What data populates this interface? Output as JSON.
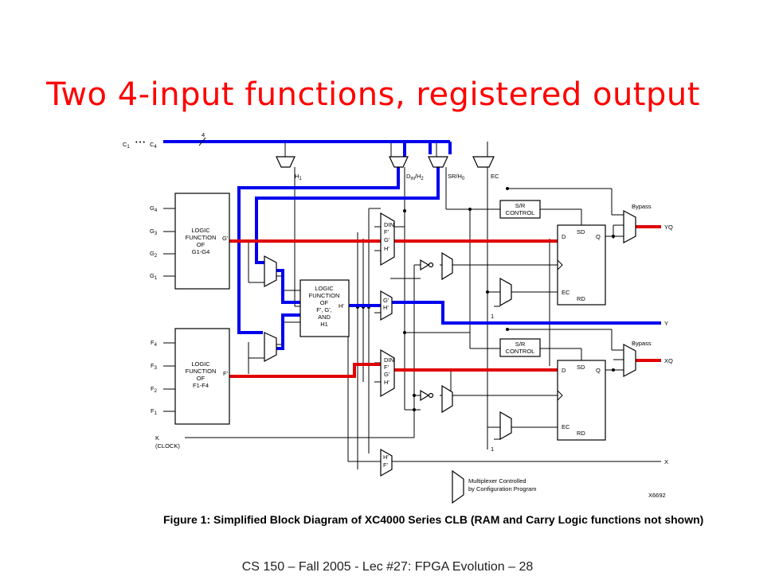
{
  "slide": {
    "title": "Two 4-input functions, registered output",
    "footer": "CS 150 – Fall 2005 - Lec #27: FPGA Evolution – 28",
    "caption": "Figure 1:   Simplified Block Diagram of XC4000 Series CLB (RAM and Carry Logic functions not shown)"
  },
  "colors": {
    "title": "#ff0000",
    "highlight_blue": "#0000ee",
    "highlight_red": "#e00000"
  },
  "diagram": {
    "c_bus": {
      "c1": "C",
      "c1_sub": "1",
      "dots": "• • •",
      "c4": "C",
      "c4_sub": "4",
      "width": "4"
    },
    "mux_labels": {
      "h1": "H",
      "h1_sub": "1",
      "din": "D",
      "din_sub": "IN",
      "din_rest": "/H",
      "din_rest_sub": "2",
      "sr": "SR/H",
      "sr_sub": "0",
      "ec": "EC"
    },
    "g_inputs": [
      {
        "l": "G",
        "s": "4"
      },
      {
        "l": "G",
        "s": "3"
      },
      {
        "l": "G",
        "s": "2"
      },
      {
        "l": "G",
        "s": "1"
      }
    ],
    "f_inputs": [
      {
        "l": "F",
        "s": "4"
      },
      {
        "l": "F",
        "s": "3"
      },
      {
        "l": "F",
        "s": "2"
      },
      {
        "l": "F",
        "s": "1"
      }
    ],
    "logic_g": [
      "LOGIC",
      "FUNCTION",
      "OF",
      "G1-G4"
    ],
    "logic_f": [
      "LOGIC",
      "FUNCTION",
      "OF",
      "F1-F4"
    ],
    "logic_h": [
      "LOGIC",
      "FUNCTION",
      "OF",
      "F', G',",
      "AND",
      "H1"
    ],
    "g_out": "G'",
    "f_out": "F'",
    "h_out": "H'",
    "mux_top_inputs": [
      "DIN",
      "F'",
      "G'",
      "H'"
    ],
    "mux_mid_inputs": [
      "G'",
      "H'"
    ],
    "mux_low_inputs": [
      "DIN",
      "F'",
      "G'",
      "H'"
    ],
    "mux_bot_inputs": [
      "H'",
      "F'"
    ],
    "sr_control": [
      "S/R",
      "CONTROL"
    ],
    "ff": {
      "d": "D",
      "sd": "SD",
      "q": "Q",
      "ec": "EC",
      "rd": "RD"
    },
    "one": "1",
    "bypass": "Bypass",
    "outputs": {
      "yq": "YQ",
      "y": "Y",
      "xq": "XQ",
      "x": "X"
    },
    "clock": [
      "K",
      "(CLOCK)"
    ],
    "legend": [
      "Multiplexer Controlled",
      "by Configuration Program"
    ],
    "figure_id": "X6692"
  }
}
